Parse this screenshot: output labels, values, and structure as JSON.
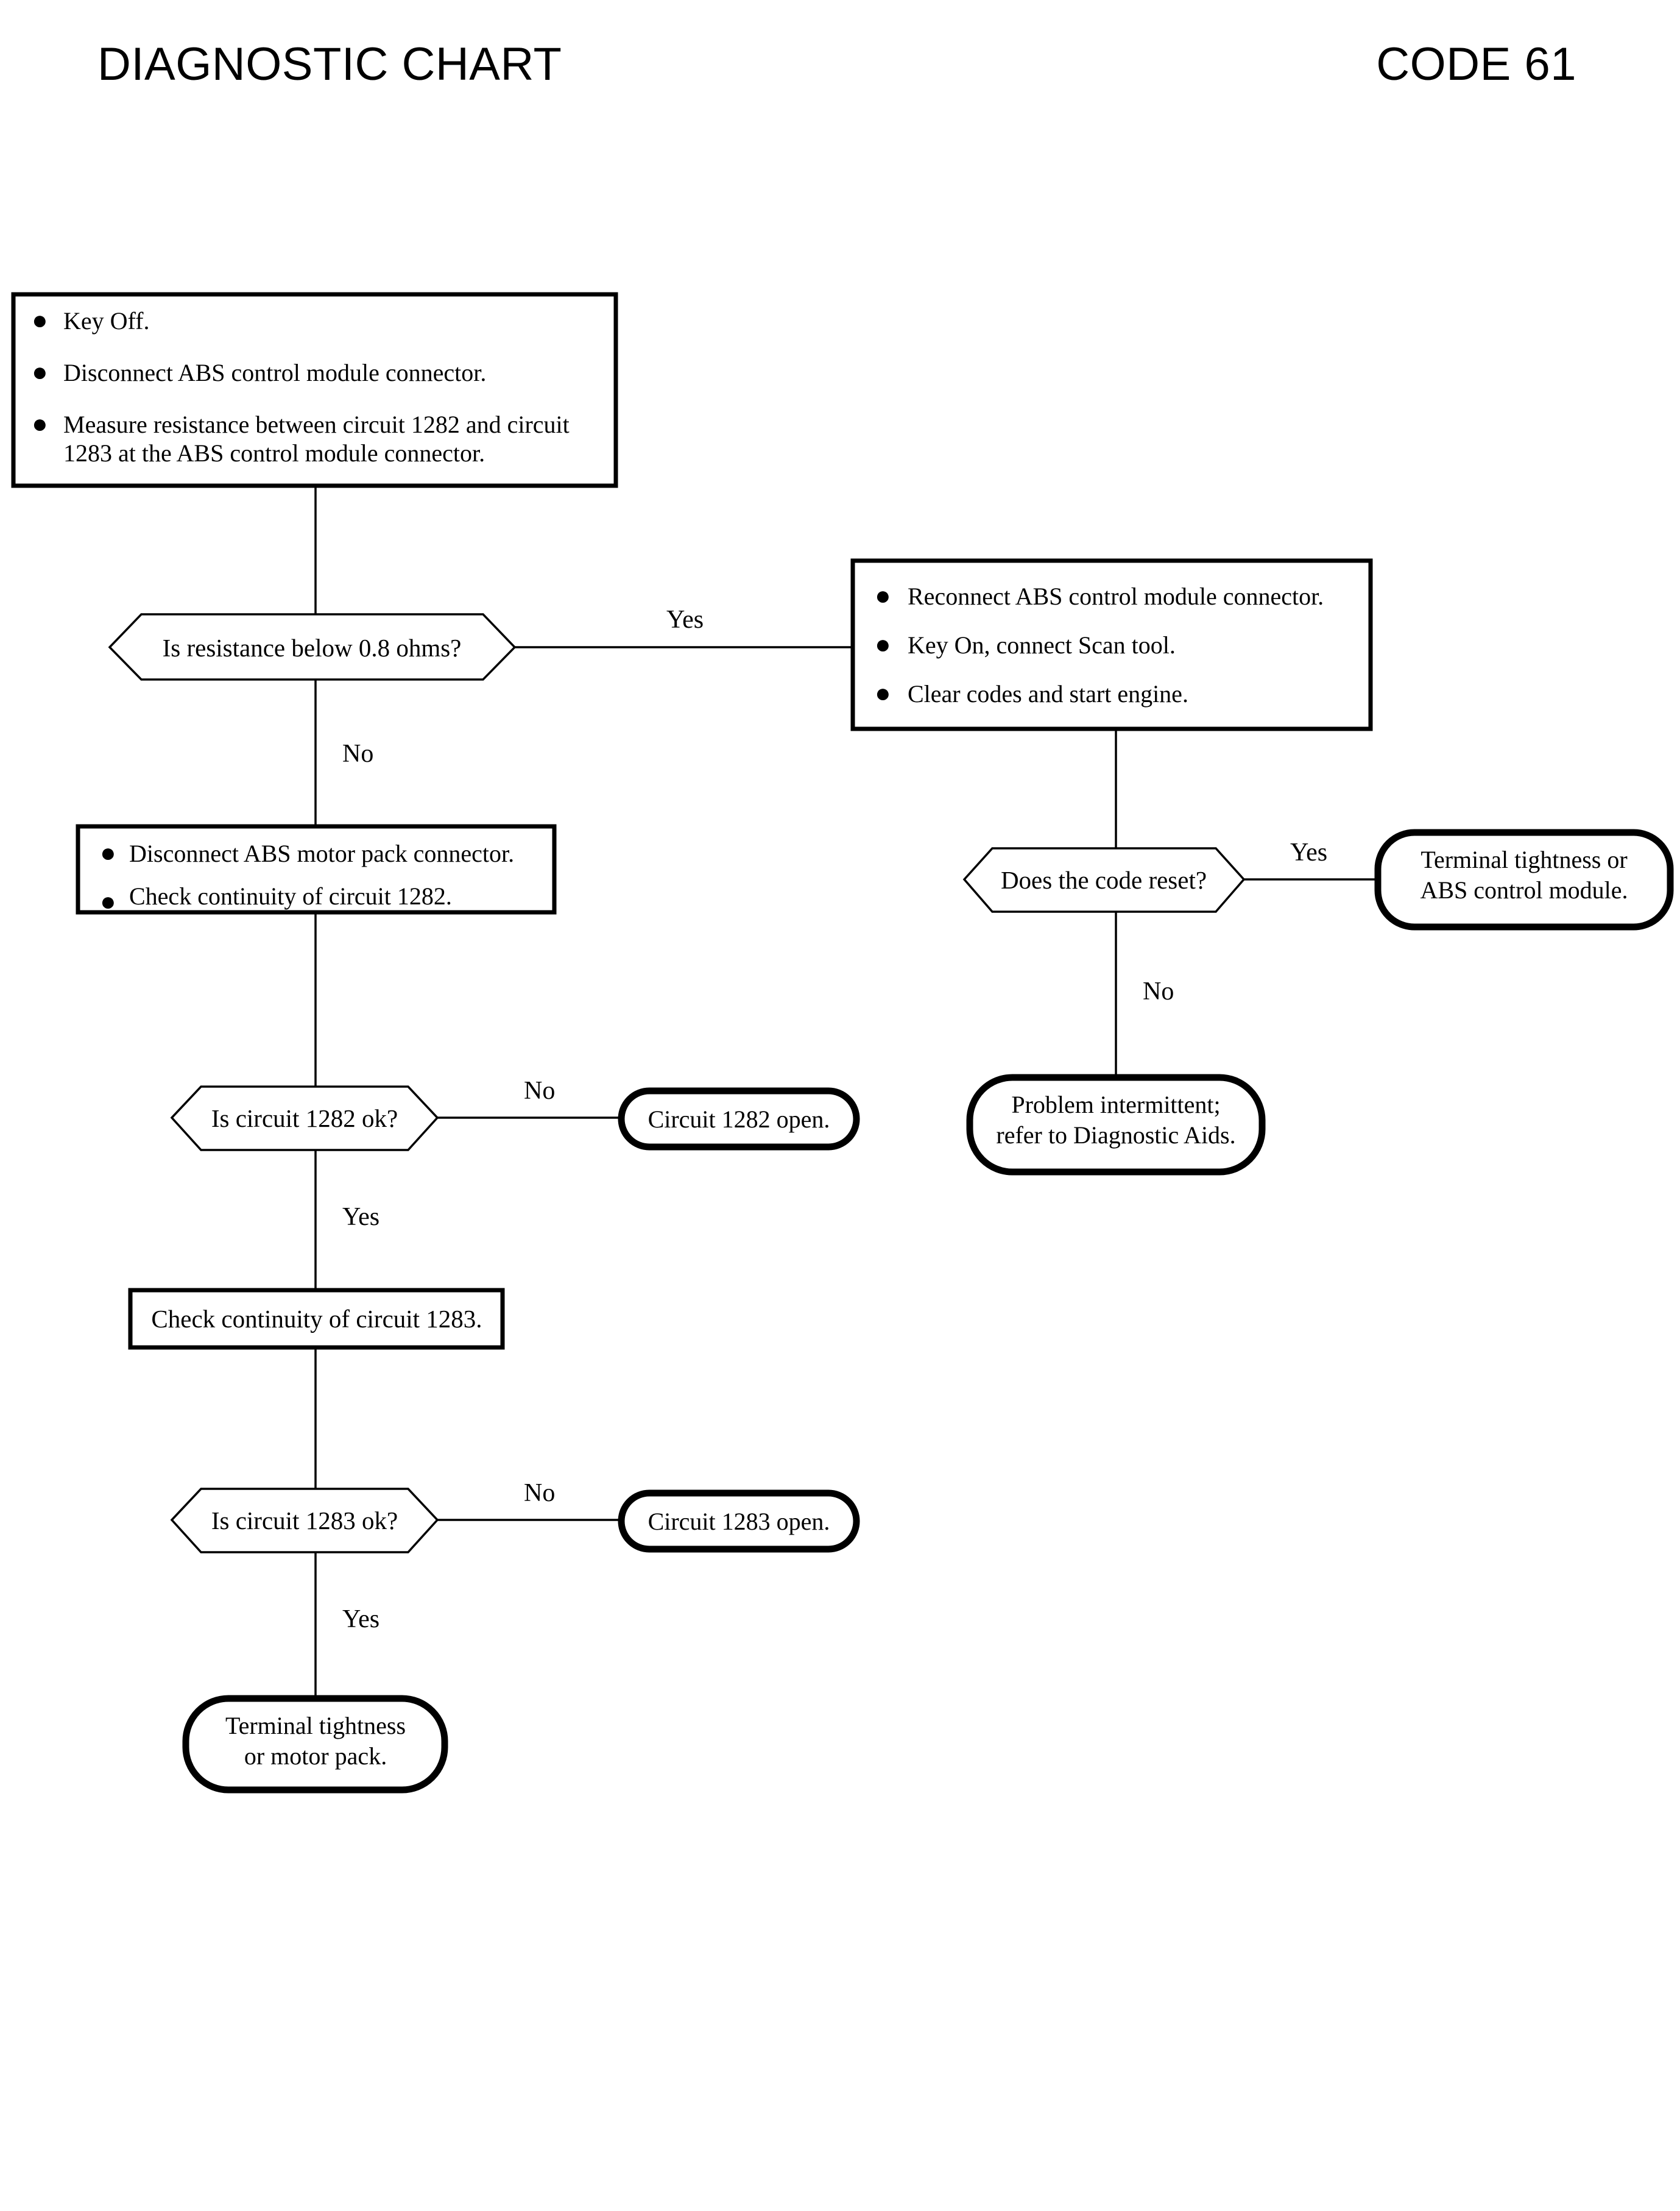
{
  "header": {
    "title_left": "DIAGNOSTIC CHART",
    "title_right": "CODE 61"
  },
  "chart_data": {
    "type": "diagram",
    "diagram_kind": "flowchart",
    "title": "DIAGNOSTIC CHART",
    "code": "CODE 61",
    "nodes": [
      {
        "id": "n1",
        "shape": "process",
        "bullets": [
          "Key Off.",
          "Disconnect ABS control module connector.",
          "Measure resistance between circuit 1282 and circuit 1283 at the ABS control module connector."
        ],
        "lines": [
          "Key Off.",
          "Disconnect ABS control module connector.",
          "Measure resistance between circuit 1282 and circuit",
          "1283 at the ABS control module connector."
        ]
      },
      {
        "id": "n2",
        "shape": "decision",
        "text": "Is resistance below 0.8 ohms?"
      },
      {
        "id": "n3",
        "shape": "process",
        "bullets": [
          "Reconnect ABS control module connector.",
          "Key On, connect Scan tool.",
          "Clear codes and start engine."
        ]
      },
      {
        "id": "n4",
        "shape": "decision",
        "text": "Does the code reset?"
      },
      {
        "id": "n5",
        "shape": "terminal",
        "lines": [
          "Terminal tightness or",
          "ABS control module."
        ]
      },
      {
        "id": "n6",
        "shape": "terminal",
        "lines": [
          "Problem intermittent;",
          "refer to Diagnostic Aids."
        ]
      },
      {
        "id": "n7",
        "shape": "process",
        "bullets": [
          "Disconnect ABS motor pack connector.",
          "Check continuity of circuit 1282."
        ]
      },
      {
        "id": "n8",
        "shape": "decision",
        "text": "Is circuit 1282 ok?"
      },
      {
        "id": "n9",
        "shape": "terminal",
        "lines": [
          "Circuit 1282 open."
        ]
      },
      {
        "id": "n10",
        "shape": "process",
        "lines": [
          "Check continuity of circuit 1283."
        ]
      },
      {
        "id": "n11",
        "shape": "decision",
        "text": "Is circuit 1283 ok?"
      },
      {
        "id": "n12",
        "shape": "terminal",
        "lines": [
          "Circuit 1283 open."
        ]
      },
      {
        "id": "n13",
        "shape": "terminal",
        "lines": [
          "Terminal tightness",
          "or motor pack."
        ]
      }
    ],
    "edges": [
      {
        "from": "n1",
        "to": "n2",
        "label": ""
      },
      {
        "from": "n2",
        "to": "n3",
        "label": "Yes"
      },
      {
        "from": "n2",
        "to": "n7",
        "label": "No"
      },
      {
        "from": "n3",
        "to": "n4",
        "label": ""
      },
      {
        "from": "n4",
        "to": "n5",
        "label": "Yes"
      },
      {
        "from": "n4",
        "to": "n6",
        "label": "No"
      },
      {
        "from": "n7",
        "to": "n8",
        "label": ""
      },
      {
        "from": "n8",
        "to": "n9",
        "label": "No"
      },
      {
        "from": "n8",
        "to": "n10",
        "label": "Yes"
      },
      {
        "from": "n10",
        "to": "n11",
        "label": ""
      },
      {
        "from": "n11",
        "to": "n12",
        "label": "No"
      },
      {
        "from": "n11",
        "to": "n13",
        "label": "Yes"
      }
    ]
  },
  "box1": {
    "line1": "Key Off.",
    "line2": "Disconnect ABS control module connector.",
    "line3a": "Measure resistance between circuit 1282 and circuit",
    "line3b": "1283 at the ABS control module connector."
  },
  "decision1": {
    "text": "Is resistance below 0.8 ohms?"
  },
  "box2": {
    "line1": "Reconnect ABS control module connector.",
    "line2": "Key On, connect Scan tool.",
    "line3": "Clear codes and start engine."
  },
  "decision2": {
    "text": "Does the code reset?"
  },
  "terminal1": {
    "line1": "Terminal tightness or",
    "line2": "ABS control module."
  },
  "terminal2": {
    "line1": "Problem intermittent;",
    "line2": "refer to Diagnostic Aids."
  },
  "box3": {
    "line1": "Disconnect ABS motor pack connector.",
    "line2": "Check continuity of circuit 1282."
  },
  "decision3": {
    "text": "Is circuit 1282 ok?"
  },
  "terminal3": {
    "line1": "Circuit 1282 open."
  },
  "box4": {
    "line1": "Check continuity of circuit 1283."
  },
  "decision4": {
    "text": "Is circuit 1283 ok?"
  },
  "terminal4": {
    "line1": "Circuit 1283 open."
  },
  "terminal5": {
    "line1": "Terminal tightness",
    "line2": "or motor pack."
  },
  "labels": {
    "yes1": "Yes",
    "no1": "No",
    "yes2": "Yes",
    "no2": "No",
    "no3": "No",
    "yes3": "Yes",
    "no4": "No",
    "yes4": "Yes"
  },
  "bullet_glyph": "●",
  "colors": {
    "ink": "#000000",
    "paper": "#ffffff"
  }
}
